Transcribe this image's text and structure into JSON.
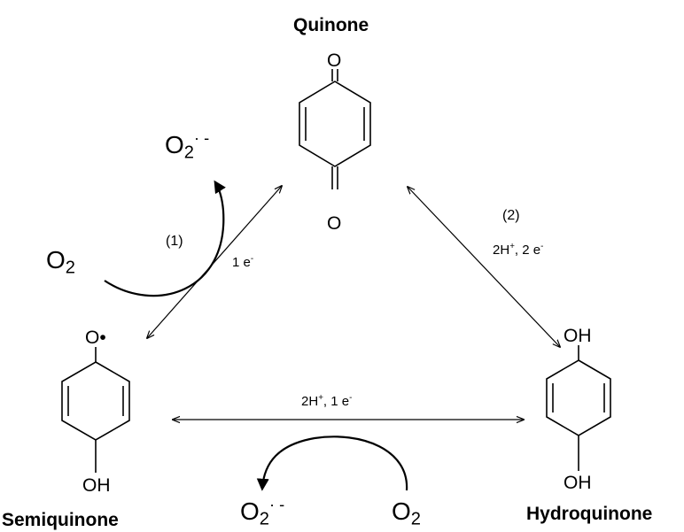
{
  "title_quinone": "Quinone",
  "title_semiquinone": "Semiquinone",
  "title_hydroquinone": "Hydroquinone",
  "atoms": {
    "quinone_top_o": "O",
    "quinone_bottom_o": "O",
    "semiquinone_top": "O•",
    "semiquinone_bottom": "OH",
    "hydroquinone_top": "OH",
    "hydroquinone_bottom": "OH"
  },
  "reaction1": {
    "step": "(1)",
    "electrons": "1 e",
    "electrons_sup": "-",
    "oxygen_symbol": "O",
    "oxygen_sub": "2",
    "superoxide_symbol": "O",
    "superoxide_sub": "2",
    "superoxide_sup": "· -"
  },
  "reaction2": {
    "step": "(2)",
    "condition_h": "2H",
    "condition_h_sup": "+",
    "condition_e": ", 2 e",
    "condition_e_sup": "-"
  },
  "reaction3": {
    "condition_h": "2H",
    "condition_h_sup": "+",
    "condition_e": ", 1 e",
    "condition_e_sup": "-",
    "oxygen_symbol": "O",
    "oxygen_sub": "2",
    "superoxide_symbol": "O",
    "superoxide_sub": "2",
    "superoxide_sup": "· -"
  },
  "colors": {
    "ink": "#000000",
    "background": "#ffffff"
  }
}
